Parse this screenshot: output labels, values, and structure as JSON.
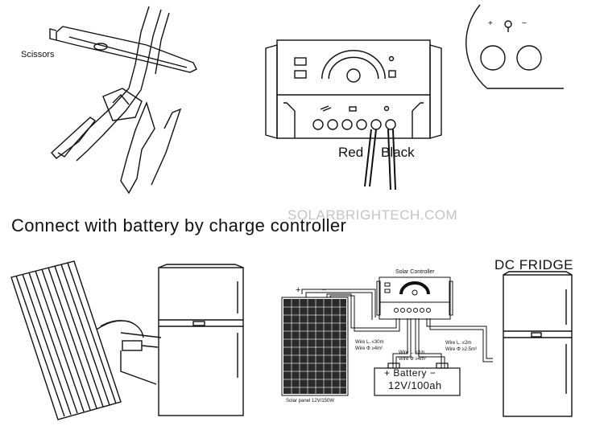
{
  "labels": {
    "scissors": "Scissors",
    "red": "Red",
    "black": "Black",
    "watermark": "SOLARBRIGHTECH.COM",
    "heading": "Connect with battery by charge controller",
    "dc_fridge": "DC FRIDGE",
    "solar_controller": "Solar Controller",
    "solar_panel": "Solar panel 12V/150W",
    "plus": "+",
    "minus": "−",
    "inset_plus": "+",
    "inset_minus": "−"
  },
  "wires": {
    "panel_length": "Wire L. ≤30m",
    "panel_gauge": "Wire Φ ≥4m²",
    "battery_length": "Wire L. ≤1m",
    "battery_gauge": "Wire Φ ≥4m²",
    "load_length": "Wire L. ≤2m",
    "load_gauge": "Wire Φ ≥2.5m²"
  },
  "battery": {
    "label": "+ Battery −",
    "spec": "12V/100ah"
  },
  "icons": [
    "scissors-icon",
    "alligator-clip-icon",
    "charge-controller-icon",
    "port-inset-icon",
    "solar-panel-icon",
    "fridge-icon",
    "battery-icon"
  ]
}
